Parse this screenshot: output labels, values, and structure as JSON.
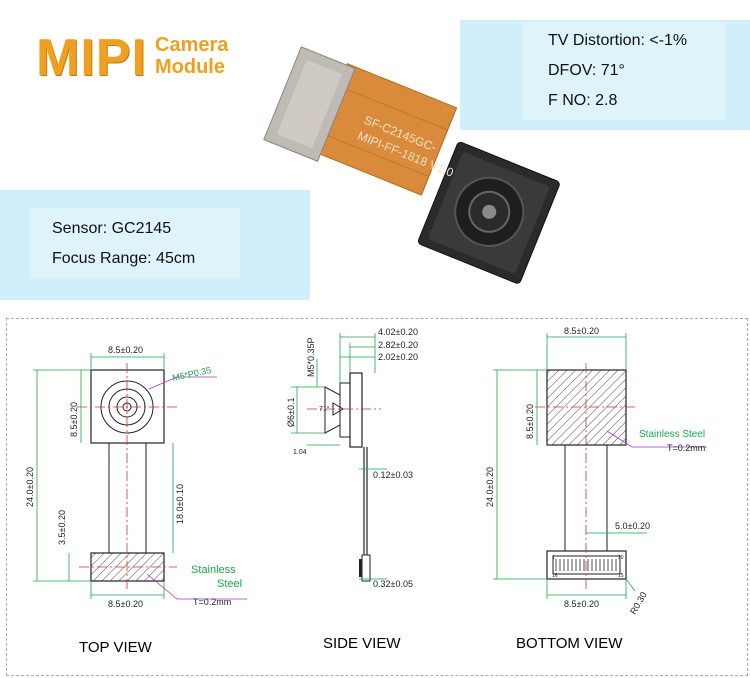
{
  "header": {
    "brand": "MIPI",
    "subtitle_line1": "Camera",
    "subtitle_line2": "Module"
  },
  "specs_right": [
    "TV Distortion: <-1%",
    "DFOV: 71°",
    "F NO: 2.8"
  ],
  "specs_left": [
    "Sensor: GC2145",
    "Focus Range: 45cm"
  ],
  "flex_print": {
    "line1": "SF-C2145GC-",
    "line2": "MIPI-FF-1818 V1.0"
  },
  "views": {
    "top": {
      "label": "TOP VIEW",
      "dim_width_top": "8.5±0.20",
      "dim_height_block": "8.5±0.20",
      "dim_total": "24.0±0.20",
      "dim_flex": "18.0±0.10",
      "dim_connector": "3.5±0.20",
      "dim_width_bottom": "8.5±0.20",
      "thread": "M5*P0.35",
      "material_1": "Stainless",
      "material_2": "Steel",
      "thickness": "T=0.2mm"
    },
    "side": {
      "label": "SIDE VIEW",
      "dim_a": "4.02±0.20",
      "dim_b": "2.82±0.20",
      "dim_c": "2.02±0.20",
      "thread": "M5*0.35P",
      "diameter": "Ø6±0.1",
      "angle": "71°",
      "small": "1.04",
      "flex_thickness": "0.12±0.03",
      "stiffener": "0.32±0.05"
    },
    "bottom": {
      "label": "BOTTOM VIEW",
      "dim_width_top": "8.5±0.20",
      "dim_height_block": "8.5±0.20",
      "dim_total": "24.0±0.20",
      "dim_connector": "5.0±0.20",
      "dim_width_bottom": "8.5±0.20",
      "radius": "R0.30",
      "material": "Stainless Steel",
      "thickness": "T=0.2mm",
      "pin_a": "1",
      "pin_b": "30",
      "pin_c": "16",
      "pin_d": "15"
    }
  },
  "colors": {
    "brand": "#f0a020",
    "dim_green": "#1aa84a",
    "leader_purple": "#a03ad0",
    "center_red": "#d03030",
    "spec_panel": "#dff3fa"
  }
}
